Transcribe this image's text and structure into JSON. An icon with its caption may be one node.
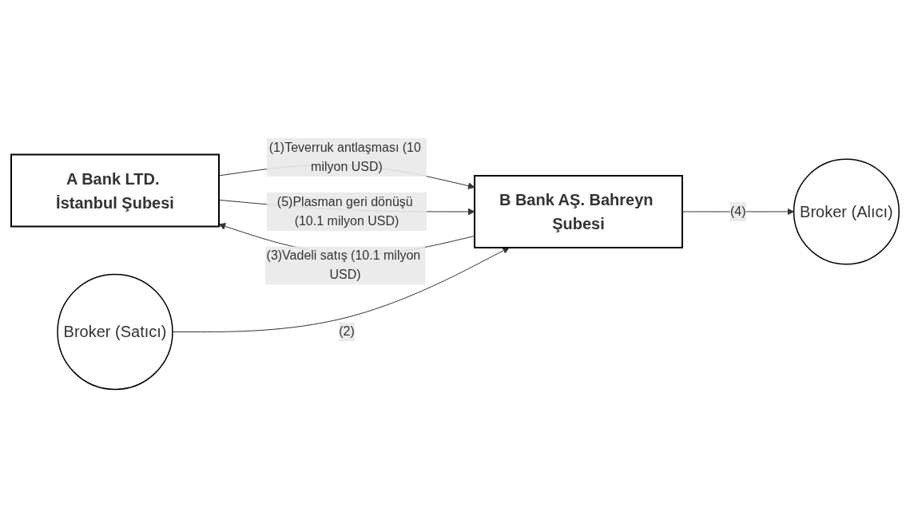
{
  "diagram": {
    "nodes": [
      {
        "text": [
          "A Bank LTD. İstanbul Şubesi"
        ]
      },
      {
        "text": [
          "B Bank AŞ. Bahreyn Şubesi"
        ]
      },
      {
        "text": [
          "Broker (Satıcı)"
        ]
      },
      {
        "text": [
          "Broker (Alıcı)"
        ]
      }
    ],
    "edges": [
      {
        "from": 0,
        "to": 1,
        "arrow": "to",
        "label": "(1)Teverruk antlaşması (10 milyon USD)"
      },
      {
        "from": 1,
        "to": 0,
        "arrow": "to",
        "label": "(3)Vadeli satış (10.1 milyon USD)"
      },
      {
        "from": 0,
        "to": 1,
        "arrow": "to",
        "label": "(5)Plasman geri dönüşü (10.1 milyon USD)"
      },
      {
        "from": 2,
        "to": 1,
        "arrow": "to",
        "label": "(2)"
      },
      {
        "from": 1,
        "to": 3,
        "arrow": "to",
        "label": "(4)"
      }
    ]
  }
}
